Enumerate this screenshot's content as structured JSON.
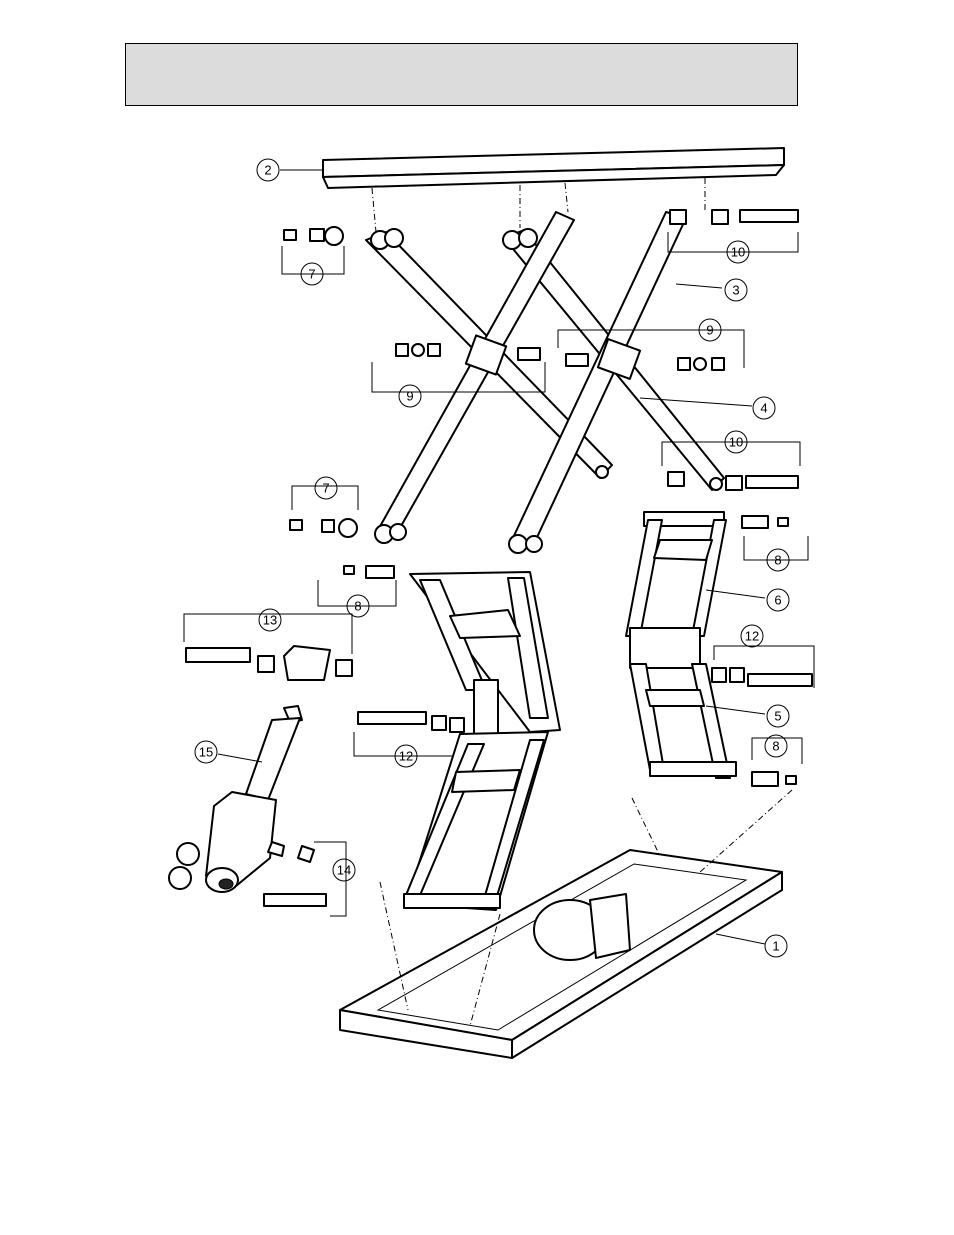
{
  "header": {
    "text": ""
  },
  "parts": {
    "p1": "1",
    "p2": "2",
    "p3": "3",
    "p4": "4",
    "p5": "5",
    "p6": "6",
    "p7a": "7",
    "p7b": "7",
    "p8a": "8",
    "p8b": "8",
    "p8c": "8",
    "p9a": "9",
    "p9b": "9",
    "p10a": "10",
    "p10b": "10",
    "p12a": "12",
    "p12b": "12",
    "p13": "13",
    "p14": "14",
    "p15": "15"
  },
  "colors": {
    "header_fill": "#dcdcdc",
    "ink": "#000000"
  }
}
